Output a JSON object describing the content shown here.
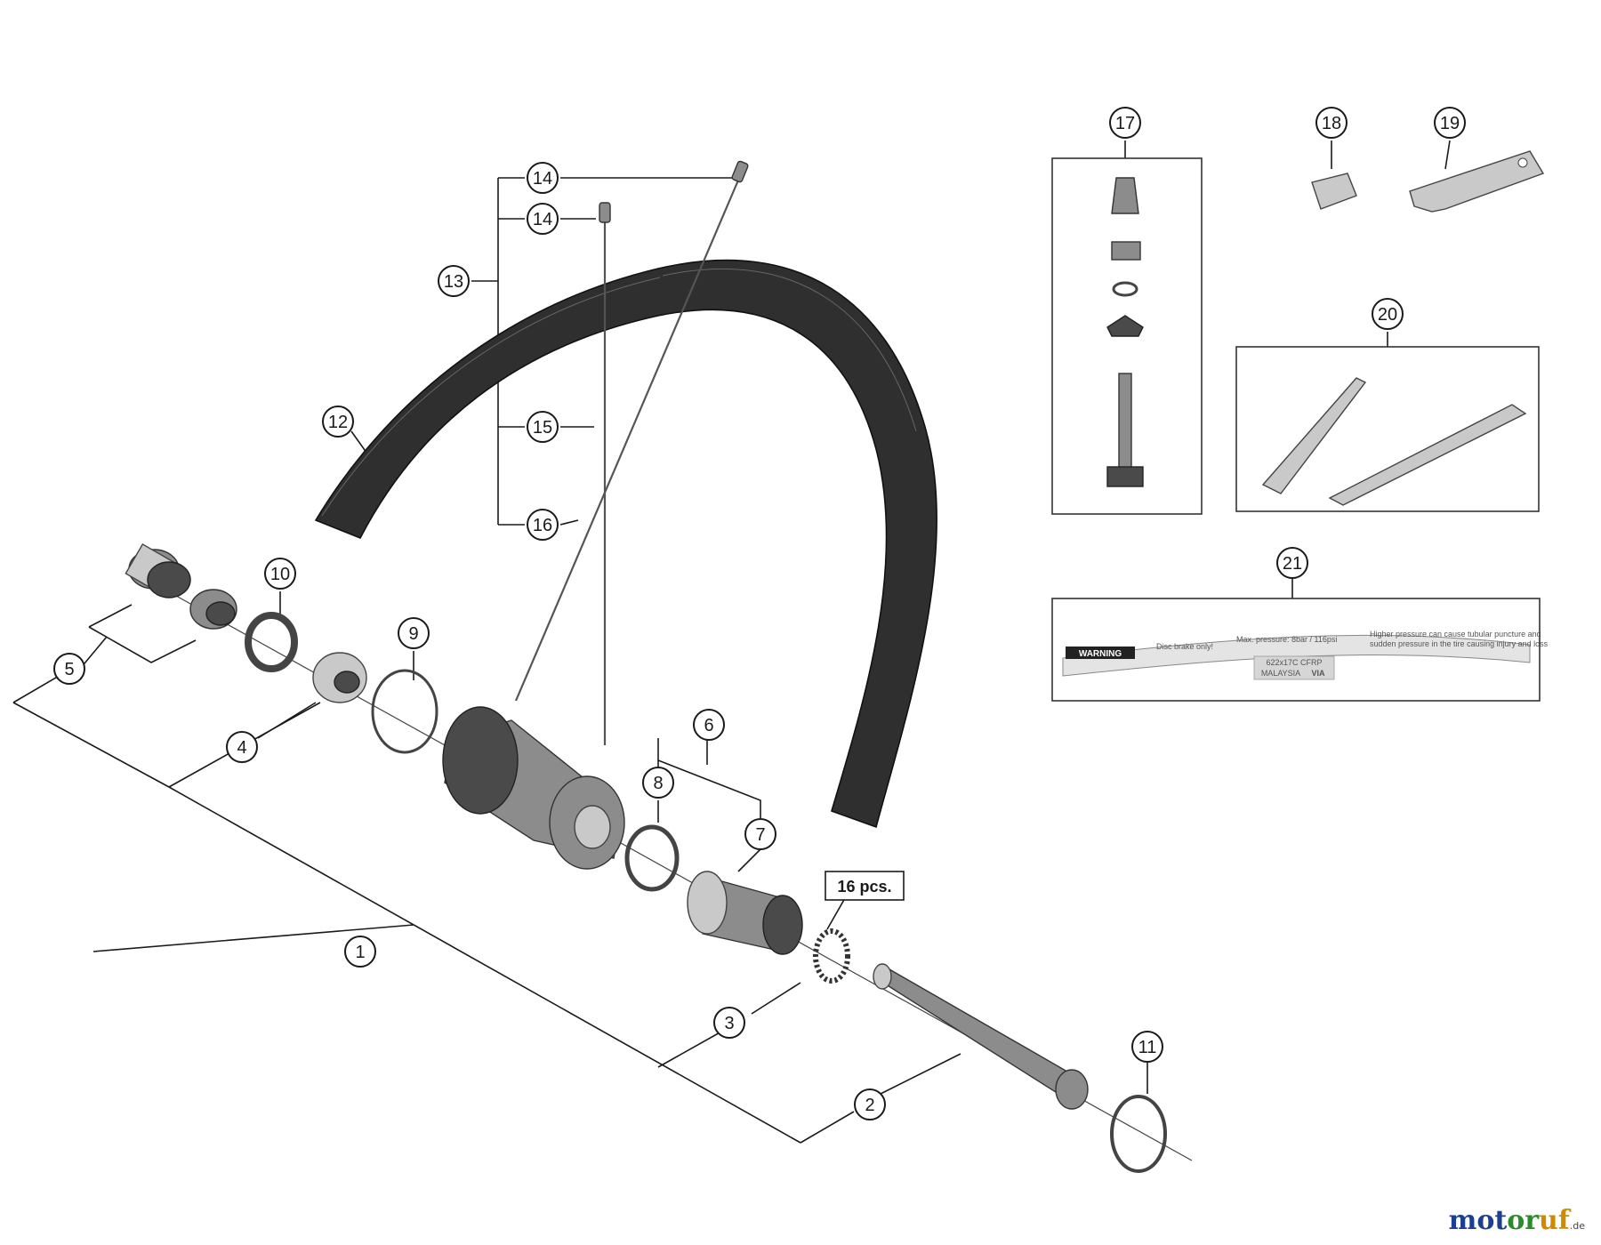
{
  "callouts": [
    "1",
    "2",
    "3",
    "4",
    "5",
    "6",
    "7",
    "8",
    "9",
    "10",
    "11",
    "12",
    "13",
    "14",
    "14",
    "15",
    "16",
    "17",
    "18",
    "19",
    "20",
    "21"
  ],
  "pcs_label": "16 pcs.",
  "decal": {
    "warning": "WARNING",
    "line1": "Disc brake only!",
    "line2": "Max. pressure: 8bar / 116psi",
    "small1": "Higher pressure can cause tubular puncture and",
    "small2": "sudden pressure in the tire causing injury and loss",
    "size": "622x17C CFRP",
    "origin": "MALAYSIA",
    "brand": "VIA"
  },
  "watermark": {
    "part1": "mot",
    "part2": "or",
    "part3": "uf",
    "suffix": ".de"
  }
}
